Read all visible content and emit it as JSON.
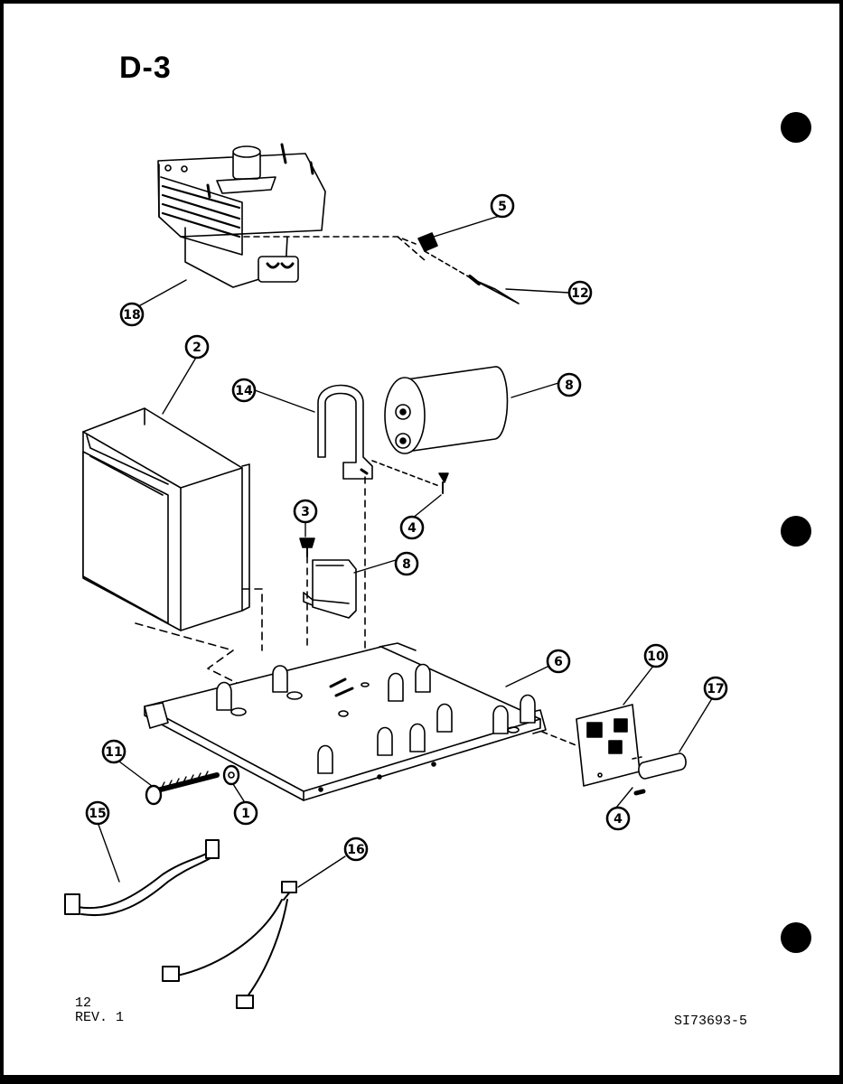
{
  "sheet": {
    "title": "D-3",
    "page_number": "12",
    "revision": "REV. 1",
    "drawing_number": "SI73693-5"
  },
  "callouts": [
    {
      "id": "c1",
      "label": "1"
    },
    {
      "id": "c2",
      "label": "2"
    },
    {
      "id": "c3",
      "label": "3"
    },
    {
      "id": "c4a",
      "label": "4"
    },
    {
      "id": "c4b",
      "label": "4"
    },
    {
      "id": "c5",
      "label": "5"
    },
    {
      "id": "c6",
      "label": "6"
    },
    {
      "id": "c8a",
      "label": "8"
    },
    {
      "id": "c8b",
      "label": "8"
    },
    {
      "id": "c10",
      "label": "10"
    },
    {
      "id": "c11",
      "label": "11"
    },
    {
      "id": "c12",
      "label": "12"
    },
    {
      "id": "c14",
      "label": "14"
    },
    {
      "id": "c15",
      "label": "15"
    },
    {
      "id": "c16",
      "label": "16"
    },
    {
      "id": "c17",
      "label": "17"
    },
    {
      "id": "c18",
      "label": "18"
    }
  ]
}
